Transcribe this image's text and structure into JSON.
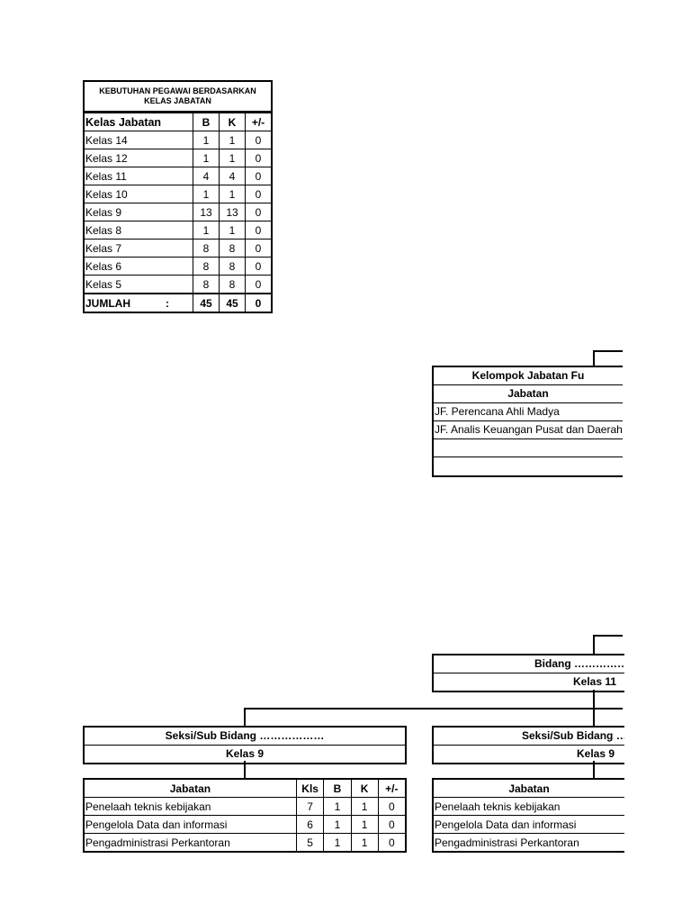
{
  "summary": {
    "title": "KEBUTUHAN PEGAWAI BERDASARKAN KELAS JABATAN",
    "headers": [
      "Kelas Jabatan",
      "B",
      "K",
      "+/-"
    ],
    "rows": [
      {
        "kelas": "Kelas 14",
        "b": "1",
        "k": "1",
        "d": "0"
      },
      {
        "kelas": "Kelas 12",
        "b": "1",
        "k": "1",
        "d": "0"
      },
      {
        "kelas": "Kelas 11",
        "b": "4",
        "k": "4",
        "d": "0"
      },
      {
        "kelas": "Kelas 10",
        "b": "1",
        "k": "1",
        "d": "0"
      },
      {
        "kelas": "Kelas 9",
        "b": "13",
        "k": "13",
        "d": "0"
      },
      {
        "kelas": "Kelas 8",
        "b": "1",
        "k": "1",
        "d": "0"
      },
      {
        "kelas": "Kelas 7",
        "b": "8",
        "k": "8",
        "d": "0"
      },
      {
        "kelas": "Kelas 6",
        "b": "8",
        "k": "8",
        "d": "0"
      },
      {
        "kelas": "Kelas 5",
        "b": "8",
        "k": "8",
        "d": "0"
      }
    ],
    "total": {
      "label": "JUMLAH",
      "colon": ":",
      "b": "45",
      "k": "45",
      "d": "0"
    }
  },
  "functional": {
    "title": "Kelompok Jabatan Fu",
    "header": "Jabatan",
    "items": [
      "JF. Perencana Ahli Madya",
      "JF. Analis Keuangan Pusat dan Daerah",
      "",
      ""
    ]
  },
  "bidang": {
    "name": "Bidang ………………",
    "kelas": "Kelas 11"
  },
  "seksi_left": {
    "name": "Seksi/Sub Bidang ………………",
    "kelas": "Kelas 9",
    "headers": [
      "Jabatan",
      "Kls",
      "B",
      "K",
      "+/-"
    ],
    "rows": [
      {
        "jabatan": "Penelaah teknis kebijakan",
        "kls": "7",
        "b": "1",
        "k": "1",
        "d": "0"
      },
      {
        "jabatan": "Pengelola Data dan informasi",
        "kls": "6",
        "b": "1",
        "k": "1",
        "d": "0"
      },
      {
        "jabatan": "Pengadministrasi Perkantoran",
        "kls": "5",
        "b": "1",
        "k": "1",
        "d": "0"
      }
    ]
  },
  "seksi_right": {
    "name": "Seksi/Sub Bidang ……",
    "kelas": "Kelas 9",
    "header": "Jabatan",
    "rows": [
      "Penelaah teknis kebijakan",
      "Pengelola Data dan informasi",
      "Pengadministrasi Perkantoran"
    ]
  }
}
